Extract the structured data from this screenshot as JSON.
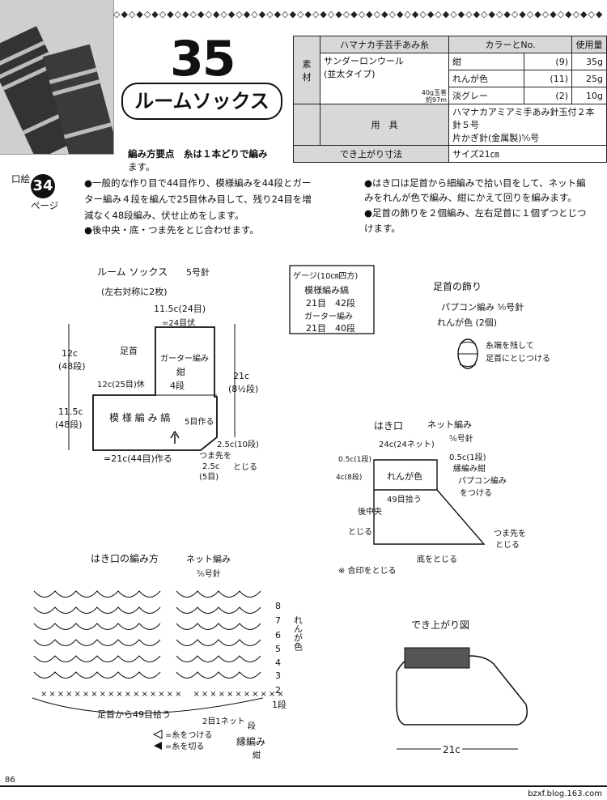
{
  "header": {
    "deco": "◇◆◇◆◇◆◇◆◇◆◇◆◇◆◇◆◇◆◇◆◇◆◇◆◇◆◇◆◇◆◇◆◇◆◇◆◇◆◇◆◇◆◇◆◇◆◇◆◇◆◇◆◇◆◇◆◇◆◇◆◇◆◇◆◇◆◇◆◇◆◇◆◇◆◇◆◇◆",
    "pattern_number": "35",
    "pattern_name": "ルームソックス"
  },
  "spec": {
    "material_label_1": "素",
    "material_label_2": "材",
    "col_yarn": "ハマナカ手芸手あみ糸",
    "col_color": "カラーとNo.",
    "col_amount": "使用量",
    "yarn_name": "サンダーロンウール",
    "yarn_type": "(並太タイプ)",
    "yarn_ball": "40g玉巻",
    "yarn_length": "約97m",
    "colors": [
      {
        "name": "紺",
        "no": "(9)",
        "amount": "35g"
      },
      {
        "name": "れんが色",
        "no": "(11)",
        "amount": "25g"
      },
      {
        "name": "淡グレー",
        "no": "(2)",
        "amount": "10g"
      }
    ],
    "tools_label": "用　具",
    "tools_line1": "ハマナカアミアミ手あみ針玉付２本針５号",
    "tools_line2": "片かぎ針(金属製)⁵⁄₀号",
    "size_label": "でき上がり寸法",
    "size_value": "サイズ21㎝"
  },
  "instructions": {
    "key_points": "編み方要点　糸は１本どりで編み",
    "key_points_2": "ます。",
    "ref_top": "口絵",
    "ref_number": "34",
    "ref_bottom": "ページ",
    "left_1": "●一般的な作り目で44目作り、模様編みを44段とガー",
    "left_2": "ター編み４段を編んで25目休み目して、残り24目を増",
    "left_3": "減なく48段編み、伏せ止めをします。",
    "left_4": "●後中央・底・つま先をとじ合わせます。",
    "right_1": "●はき口は足首から細編みで拾い目をして、ネット編",
    "right_2": "みをれんが色で編み、紺にかえて回りを編みます。",
    "right_3": "●足首の飾りを２個編み、左右足首に１個ずつとじつ",
    "right_4": "けます。"
  },
  "diagram_main": {
    "title": "ルーム ソックス",
    "needle": "5号針",
    "note": "(左右対称に2枚)",
    "top_width": "11.5c(24目)",
    "top_bind": "=24目伏",
    "left_upper": "12c",
    "left_upper_rows": "(48段)",
    "left_lower": "11.5c",
    "left_lower_rows": "(48段)",
    "ankle": "足首",
    "garter": "ガーター編み",
    "garter_color": "紺",
    "garter_rows": "4段",
    "rest": "12c(25目)休",
    "right_h": "21c",
    "right_h_rows": "(8½段)",
    "pattern": "模 様 編 み 縞",
    "pattern_rows": "5目作る",
    "side": "2.5c(10段)",
    "bottom": "=21c(44目)作る",
    "toe": "つま先を",
    "toe2": "とじる",
    "toe_w": "2.5c",
    "toe_w2": "(5目)"
  },
  "gauge": {
    "title": "ゲージ(10㎝四方)",
    "row1": "模様編み縞",
    "row2": "21目　42段",
    "row3": "ガーター編み",
    "row4": "21目　40段"
  },
  "ornament": {
    "title": "足首の飾り",
    "line1": "パプコン編み ⁵⁄₀号針",
    "line2": "れんが色 (2個)",
    "note1": "糸端を残して",
    "note2": "足首にとじつける"
  },
  "cuff": {
    "title": "はき口",
    "stitch": "ネット編み",
    "needle": "⁵⁄₀号針",
    "width": "24c(24ネット)",
    "edge": "0.5c(1段)",
    "h1": "0.5c(1段)",
    "h2": "4c(8段)",
    "color": "れんが色",
    "border": "縁編み紺",
    "popcorn": "パプコン編み",
    "attach": "をつける",
    "pick": "49目拾う",
    "back": "後中央",
    "close": "とじる",
    "toe": "つま先を",
    "toe2": "とじる",
    "sole": "底をとじる",
    "mark_note": "※ 合印をとじる"
  },
  "chart": {
    "title": "はき口の編み方",
    "stitch": "ネット編み",
    "needle": "⁵⁄₀号針",
    "rows": [
      "8",
      "7",
      "6",
      "5",
      "4",
      "3",
      "2",
      "1段"
    ],
    "color_note": "れんが色",
    "pick_note": "足首から49目拾う",
    "net_note": "2目1ネット",
    "dan": "段",
    "edge_stitch": "縁編み",
    "edge_color": "紺",
    "legend1": "=糸をつける",
    "legend2": "=糸を切る"
  },
  "finished": {
    "title": "でき上がり図",
    "width": "21c"
  },
  "footer": {
    "page": "86",
    "credit": "bzxf.blog.163.com"
  }
}
